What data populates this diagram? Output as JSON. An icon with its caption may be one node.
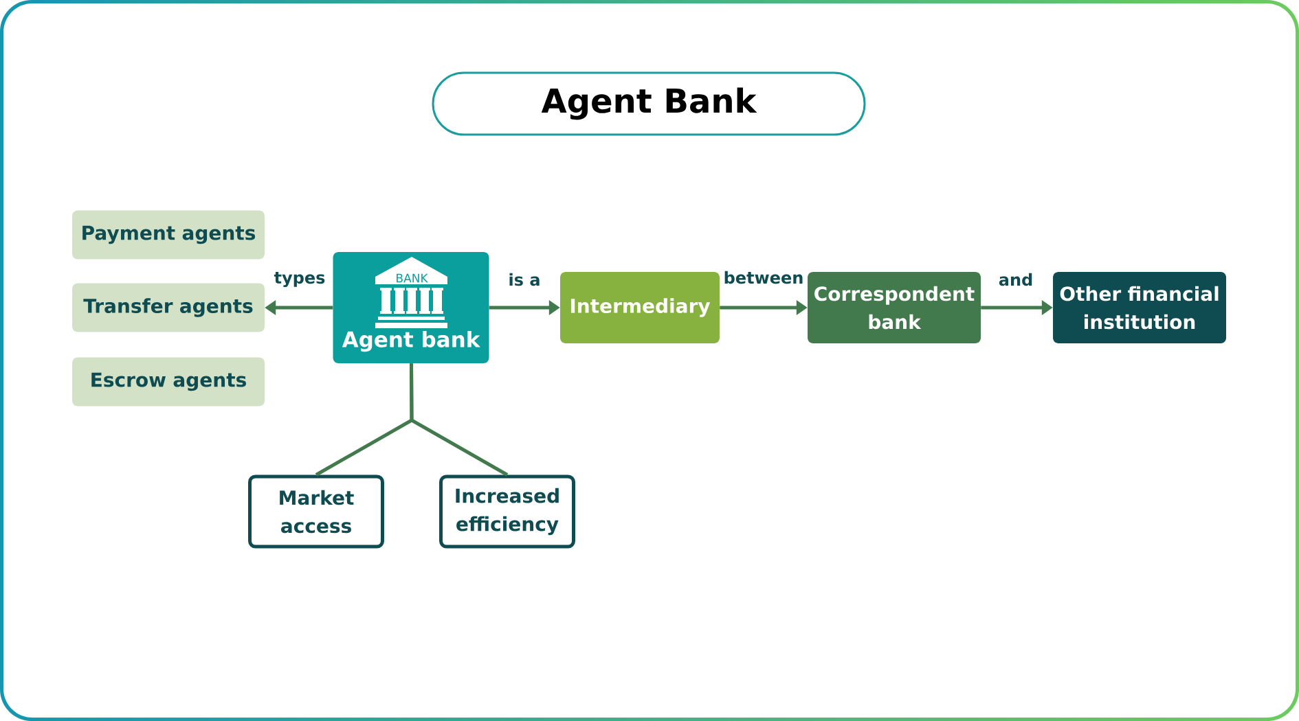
{
  "diagram": {
    "title": "Agent Bank",
    "nodes": [
      {
        "text": [
          "Payment agents"
        ]
      },
      {
        "text": [
          "Transfer agents"
        ]
      },
      {
        "text": [
          "Escrow agents"
        ]
      },
      {
        "text": [
          "BANK",
          "Agent bank"
        ]
      },
      {
        "text": [
          "Intermediary"
        ]
      },
      {
        "text": [
          "Correspondent bank"
        ]
      },
      {
        "text": [
          "Other financial institution"
        ]
      },
      {
        "text": [
          "Market access"
        ]
      },
      {
        "text": [
          "Increased efficiency"
        ]
      }
    ],
    "edges": [
      {
        "from": 3,
        "to": 1,
        "arrow": "to",
        "label": "types"
      },
      {
        "from": 3,
        "to": 4,
        "arrow": "to",
        "label": "is a"
      },
      {
        "from": 4,
        "to": 5,
        "arrow": "to",
        "label": "between"
      },
      {
        "from": 5,
        "to": 6,
        "arrow": "to",
        "label": "and"
      },
      {
        "from": 3,
        "to": 7,
        "arrow": "none"
      },
      {
        "from": 3,
        "to": 8,
        "arrow": "none"
      }
    ]
  }
}
